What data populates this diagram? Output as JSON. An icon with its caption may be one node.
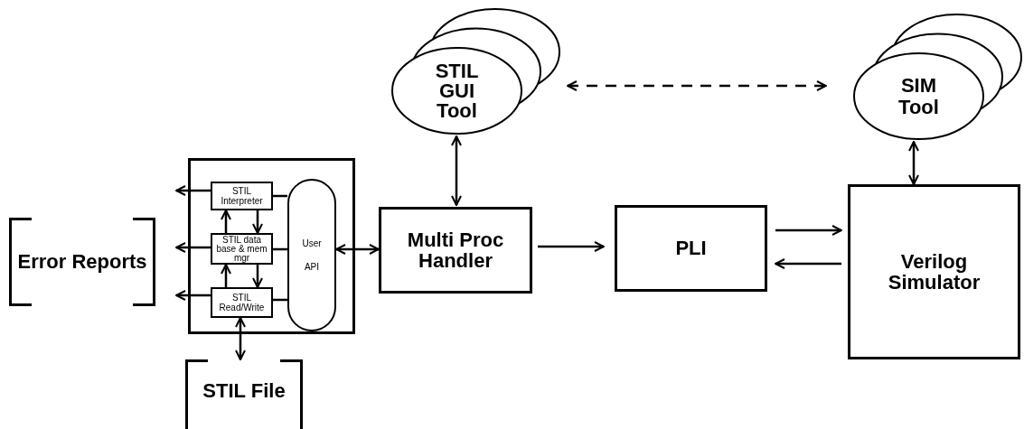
{
  "diagram": {
    "nodes": [
      {
        "text": [],
        "shape": "box"
      },
      {
        "text": [
          "STIL Interpreter"
        ],
        "in": 0
      },
      {
        "text": [
          "STIL data base & mem mgr"
        ],
        "in": 0
      },
      {
        "text": [
          "STIL Read/Write"
        ],
        "in": 0
      },
      {
        "text": [
          "User API"
        ],
        "in": 0
      },
      {
        "text": [
          "Error Reports"
        ]
      },
      {
        "text": [
          "STIL File"
        ]
      },
      {
        "text": [
          "STIL GUI Tool"
        ]
      },
      {
        "text": [
          "SIM Tool"
        ]
      },
      {
        "text": [
          "Multi Proc Handler"
        ]
      },
      {
        "text": [
          "PLI"
        ]
      },
      {
        "text": [
          "Verilog Simulator"
        ]
      }
    ],
    "edges": [
      {
        "from": 1,
        "to": null,
        "arrow": "to"
      },
      {
        "from": 2,
        "to": null,
        "arrow": "to"
      },
      {
        "from": 3,
        "to": null,
        "arrow": "to"
      },
      {
        "from": 1,
        "to": 2,
        "arrow": "to"
      },
      {
        "from": 2,
        "to": 1,
        "arrow": "to"
      },
      {
        "from": 2,
        "to": 3,
        "arrow": "to"
      },
      {
        "from": 3,
        "to": 2,
        "arrow": "to"
      },
      {
        "from": 1,
        "to": 4,
        "arrow": "none"
      },
      {
        "from": 2,
        "to": 4,
        "arrow": "none"
      },
      {
        "from": 3,
        "to": 4,
        "arrow": "none"
      },
      {
        "from": 4,
        "to": 9,
        "arrow": "both"
      },
      {
        "from": 3,
        "to": 6,
        "arrow": "both"
      },
      {
        "from": 7,
        "to": 9,
        "arrow": "both"
      },
      {
        "from": 7,
        "to": 8,
        "arrow": "both",
        "style": "dashed"
      },
      {
        "from": 8,
        "to": 11,
        "arrow": "both"
      },
      {
        "from": 9,
        "to": 10,
        "arrow": "to"
      },
      {
        "from": 10,
        "to": 11,
        "arrow": "to"
      },
      {
        "from": 11,
        "to": 10,
        "arrow": "to"
      }
    ]
  }
}
